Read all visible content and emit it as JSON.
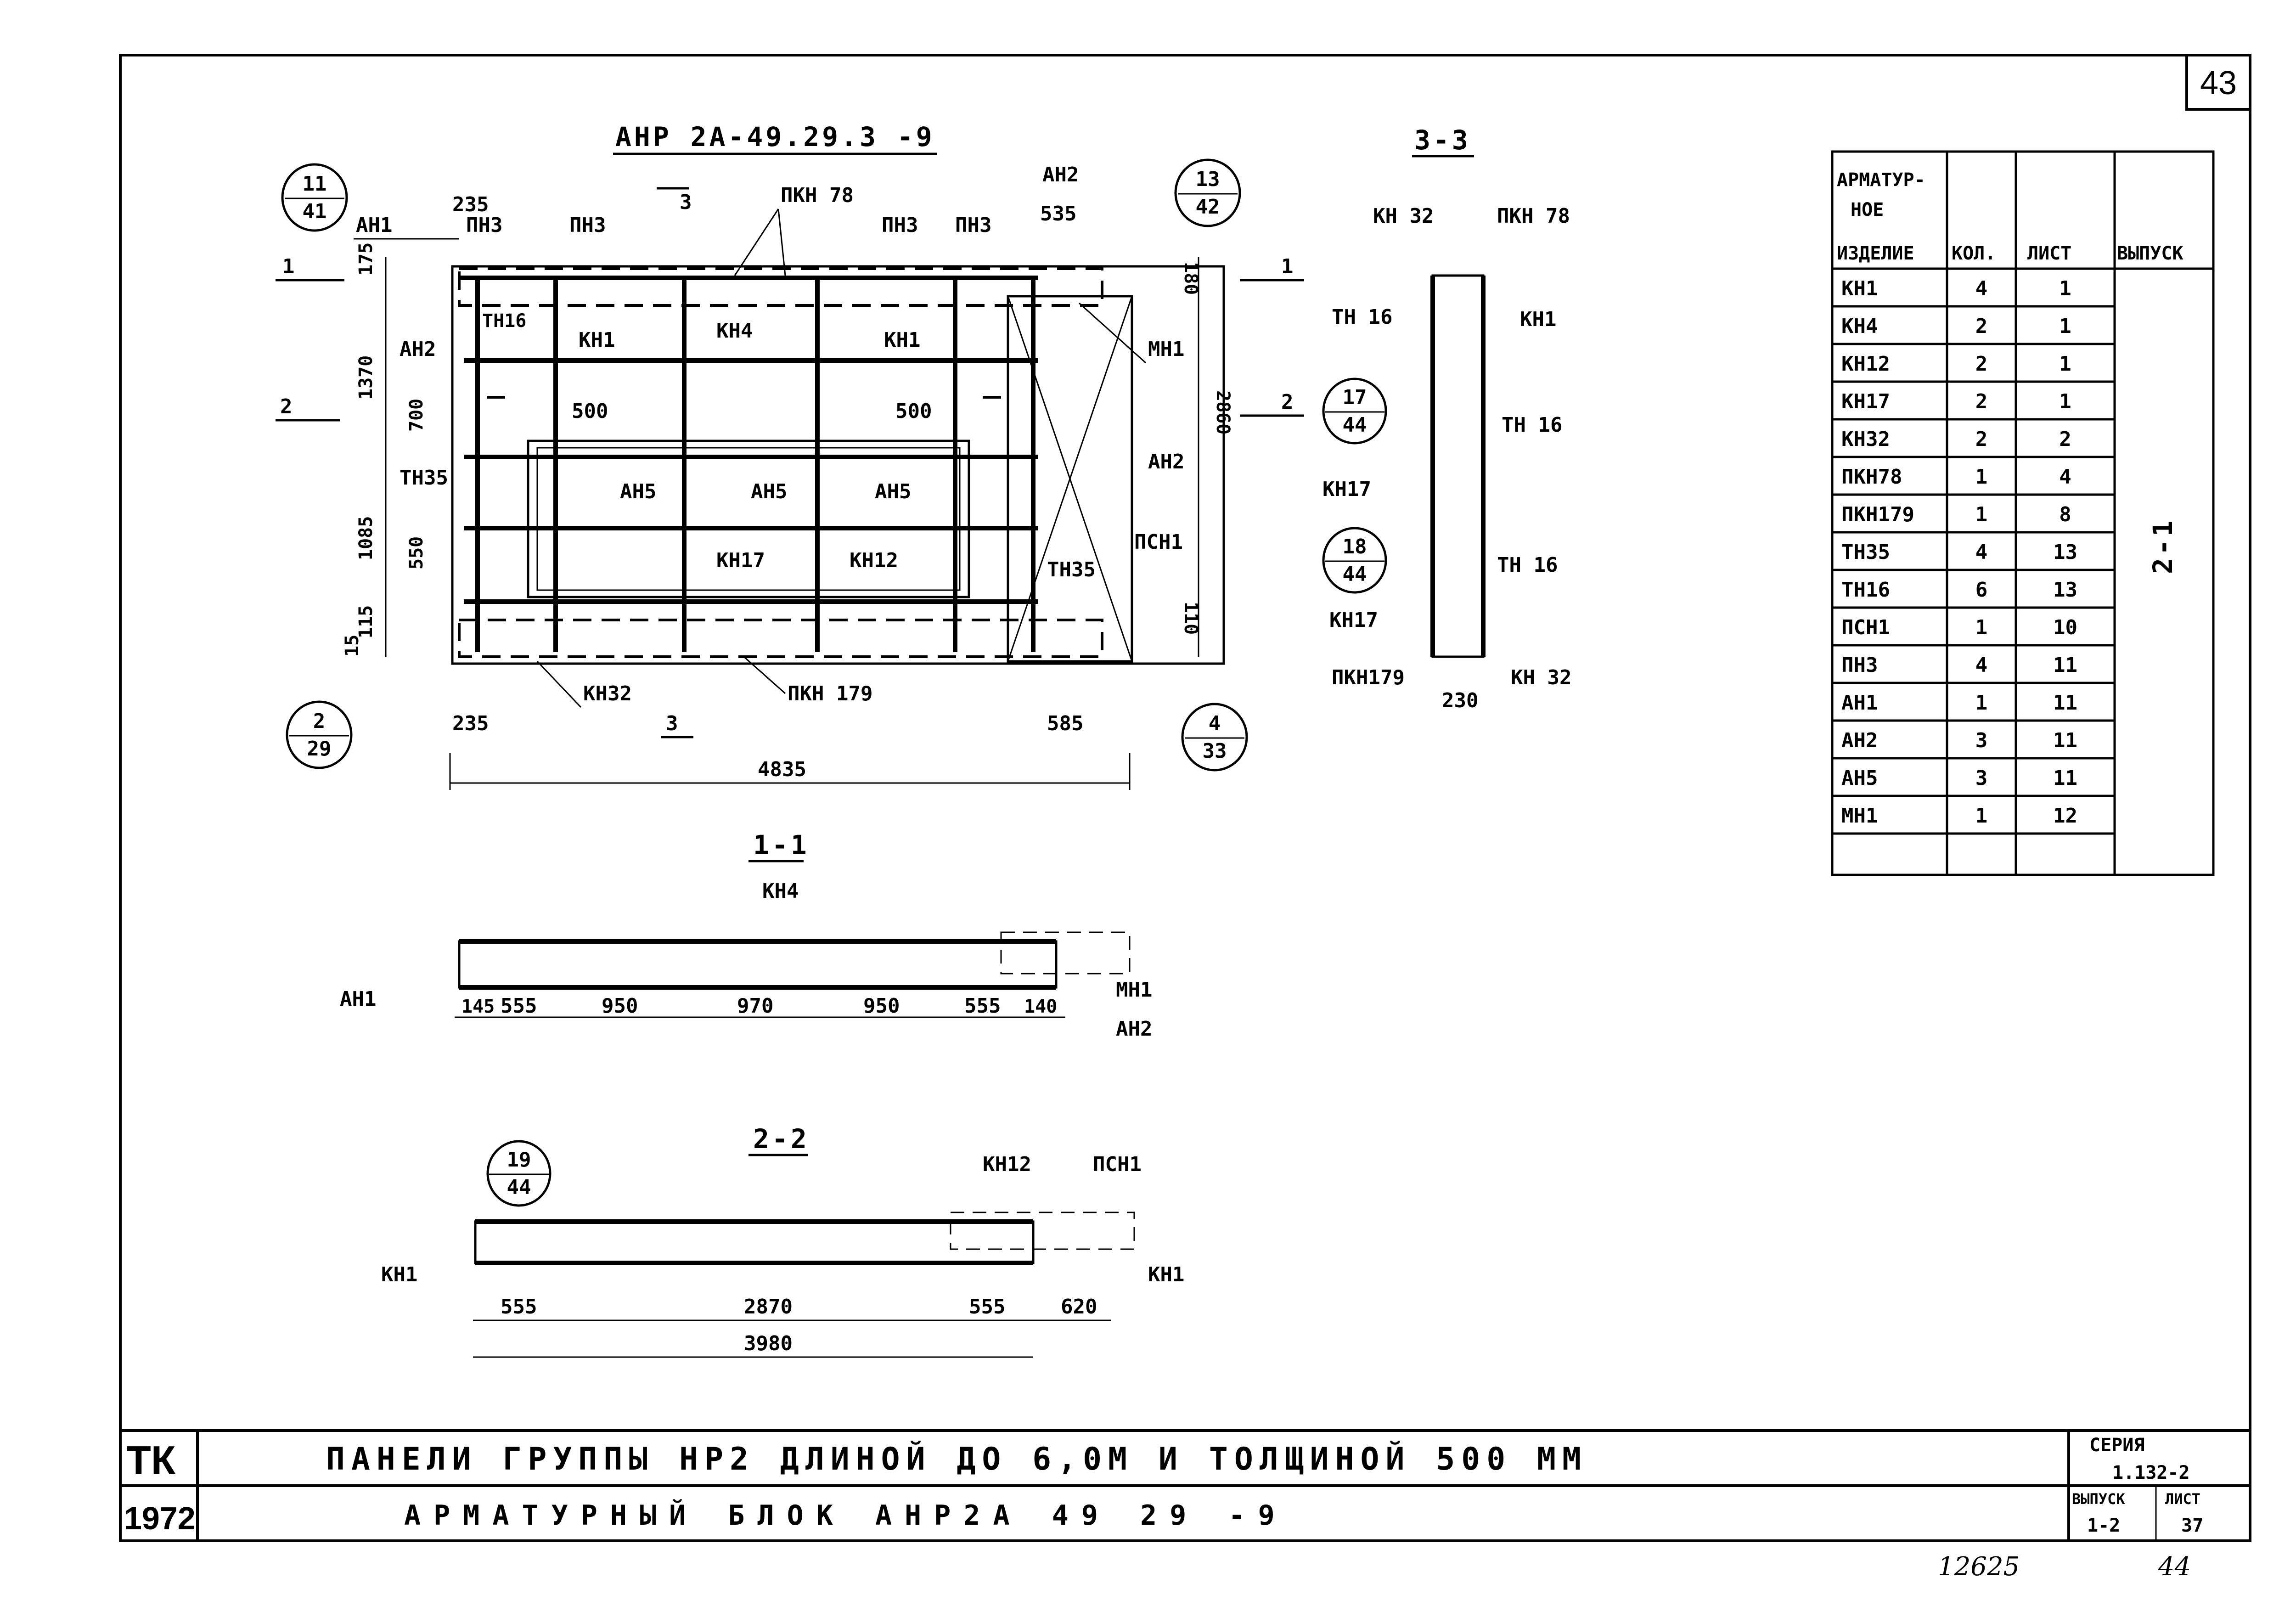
{
  "sheet_number": "43",
  "main_view": {
    "title": "АНР 2А-49.29.3 -9",
    "labels": {
      "an1": "АН1",
      "pn3": "ПН3",
      "pkn78": "ПКН 78",
      "an2": "АН2",
      "tn16": "ТН16",
      "kn1": "КН1",
      "kn4": "КН4",
      "mn1": "МН1",
      "an5": "АН5",
      "tn35": "ТН35",
      "kn17": "КН17",
      "kn12": "КН12",
      "psn1": "ПСН1",
      "kn32": "КН32",
      "pkn179": "ПКН 179"
    },
    "dims": {
      "d235": "235",
      "d175": "175",
      "d1370": "1370",
      "d700": "700",
      "d500": "500",
      "d1085": "1085",
      "d550": "550",
      "d115": "115",
      "d15": "15",
      "d535": "535",
      "d180": "180",
      "d2860": "2860",
      "d110": "110",
      "d585": "585",
      "d4835": "4835"
    },
    "section_marks": {
      "s1": "1",
      "s2": "2",
      "s3": "3"
    },
    "bubbles": [
      {
        "top": "11",
        "bottom": "41"
      },
      {
        "top": "13",
        "bottom": "42"
      },
      {
        "top": "2",
        "bottom": "29"
      },
      {
        "top": "4",
        "bottom": "33"
      }
    ]
  },
  "section_3_3": {
    "title": "3-3",
    "labels": {
      "kn32": "КН 32",
      "pkn78": "ПКН 78",
      "tn16": "ТН 16",
      "kn1": "КН1",
      "kn17": "КН17",
      "pkn179": "ПКН179"
    },
    "bubbles": [
      {
        "top": "17",
        "bottom": "44"
      },
      {
        "top": "18",
        "bottom": "44"
      }
    ],
    "dim": "230"
  },
  "section_1_1": {
    "title": "1-1",
    "labels": {
      "kn4": "КН4",
      "an1": "АН1",
      "mn1": "МН1",
      "an2": "АН2"
    },
    "dims": [
      "145",
      "555",
      "950",
      "970",
      "950",
      "555",
      "140"
    ]
  },
  "section_2_2": {
    "title": "2-2",
    "labels": {
      "kn12": "КН12",
      "psn1": "ПСН1",
      "kn1": "КН1"
    },
    "bubble": {
      "top": "19",
      "bottom": "44"
    },
    "dims": [
      "555",
      "2870",
      "555",
      "620"
    ],
    "total": "3980"
  },
  "spec_table": {
    "headers": {
      "item": [
        "АРМАТУР-",
        "НОЕ",
        "ИЗДЕЛИЕ"
      ],
      "qty": "КОЛ.",
      "sheet": "ЛИСТ",
      "issue": "ВЫПУСК"
    },
    "issue_value": "2-1",
    "rows": [
      {
        "item": "КН1",
        "qty": "4",
        "sheet": "1"
      },
      {
        "item": "КН4",
        "qty": "2",
        "sheet": "1"
      },
      {
        "item": "КН12",
        "qty": "2",
        "sheet": "1"
      },
      {
        "item": "КН17",
        "qty": "2",
        "sheet": "1"
      },
      {
        "item": "КН32",
        "qty": "2",
        "sheet": "2"
      },
      {
        "item": "ПКН78",
        "qty": "1",
        "sheet": "4"
      },
      {
        "item": "ПКН179",
        "qty": "1",
        "sheet": "8"
      },
      {
        "item": "ТН35",
        "qty": "4",
        "sheet": "13"
      },
      {
        "item": "ТН16",
        "qty": "6",
        "sheet": "13"
      },
      {
        "item": "ПСН1",
        "qty": "1",
        "sheet": "10"
      },
      {
        "item": "ПН3",
        "qty": "4",
        "sheet": "11"
      },
      {
        "item": "АН1",
        "qty": "1",
        "sheet": "11"
      },
      {
        "item": "АН2",
        "qty": "3",
        "sheet": "11"
      },
      {
        "item": "АН5",
        "qty": "3",
        "sheet": "11"
      },
      {
        "item": "МН1",
        "qty": "1",
        "sheet": "12"
      },
      {
        "item": "",
        "qty": "",
        "sheet": ""
      }
    ]
  },
  "title_block": {
    "org": "ТК",
    "year": "1972",
    "line1": "ПАНЕЛИ ГРУППЫ НР2 ДЛИНОЙ ДО 6,0М И ТОЛЩИНОЙ 500 ММ",
    "line2": "АРМАТУРНЫЙ БЛОК АНР2А 49 29 -9",
    "series_label": "СЕРИЯ",
    "series_value": "1.132-2",
    "issue_label": "ВЫПУСК",
    "issue_value": "1-2",
    "sheet_label": "ЛИСТ",
    "sheet_value": "37"
  },
  "footer": {
    "inventory": "12625",
    "page": "44"
  }
}
